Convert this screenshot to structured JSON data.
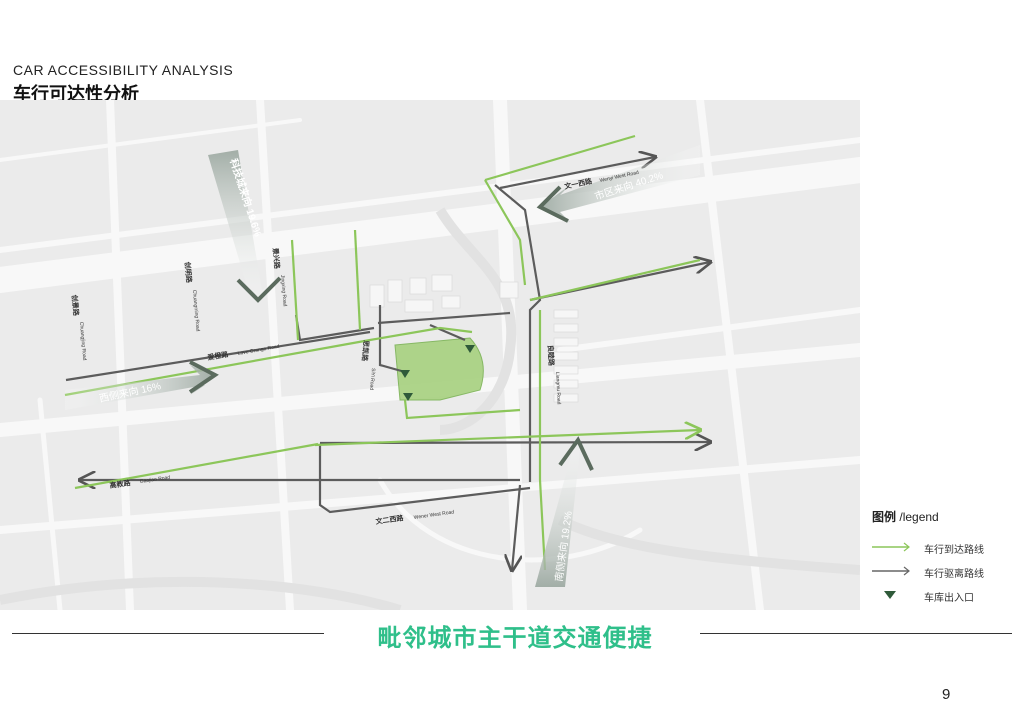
{
  "header": {
    "title_en": "CAR ACCESSIBILITY ANALYSIS",
    "title_cn": "车行可达性分析"
  },
  "map": {
    "roads": {
      "wenyi_west_cn": "文一西路",
      "wenyi_west_en": "Wenyi West Road",
      "wener_west_cn": "文二西路",
      "wener_west_en": "Wener West Road",
      "aiwang_cn": "爱橙路",
      "aiwang_en": "Love Orange Road",
      "jingxing_cn": "景兴路",
      "jingxing_en": "Jingxing Road",
      "chuangming_cn": "创明路",
      "chuangming_en": "Chuangming Road",
      "chuangjing_cn": "创景路",
      "chuangjing_en": "Chuangjing Road",
      "gaojiao_cn": "高教路",
      "gaojiao_en": "Gaojiao Road",
      "liangmu_cn": "良睦路",
      "liangmu_en": "Liangmu Road",
      "silu_cn": "思凯路",
      "silu_en": "SiYi Road"
    },
    "flows": {
      "north": "科技城来向 19.6%",
      "city": "市区来向 40.2%",
      "west": "西侧来向 16%",
      "south": "南侧来向 19.2%"
    }
  },
  "legend": {
    "title_cn": "图例",
    "title_en": "/legend",
    "items": [
      {
        "label": "车行到达路线",
        "color": "#8cc65a"
      },
      {
        "label": "车行驱离路线",
        "color": "#666666"
      },
      {
        "label": "车库出入口",
        "color": "#2f5a3a"
      }
    ]
  },
  "slogan": "毗邻城市主干道交通便捷",
  "page_number": "9"
}
